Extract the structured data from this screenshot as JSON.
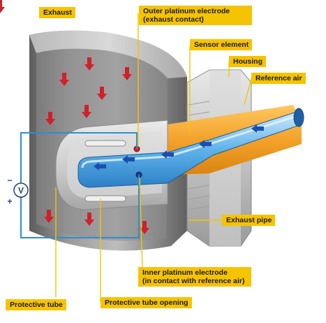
{
  "labels": {
    "exhaust": "Exhaust",
    "outer_electrode_line1": "Outer platinum electrode",
    "outer_electrode_line2": "(exhaust contact)",
    "sensor_element": "Sensor element",
    "housing": "Housing",
    "reference_air": "Reference air",
    "exhaust_pipe": "Exhaust pipe",
    "inner_electrode_line1": "Inner platinum electrode",
    "inner_electrode_line2": "(in contact with reference air)",
    "protective_tube": "Protective tube",
    "protective_tube_opening": "Protective tube opening"
  },
  "voltmeter": {
    "symbol": "V",
    "minus": "−",
    "plus": "+"
  },
  "colors": {
    "label_bg": "#f5c400",
    "exhaust_arrow": "#d0202a",
    "reference_air_arrow": "#1a4fb0",
    "sensor_ceramic": "#f0a020",
    "wire": "#2a8fd0",
    "pipe_gray": "#8c8c8c"
  },
  "icons": {
    "exhaust_flow": "red-down-arrow-icon",
    "air_flow": "blue-left-arrow-icon",
    "meter": "voltmeter-icon"
  }
}
